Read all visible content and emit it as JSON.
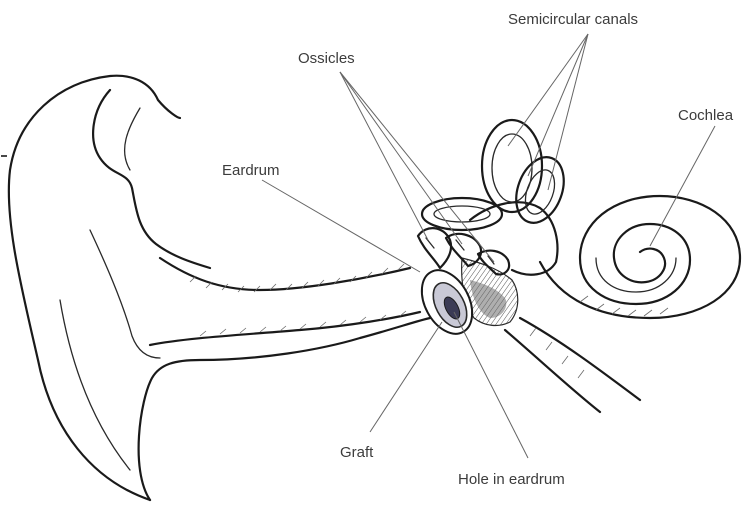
{
  "labels": {
    "semicircular_canals": "Semicircular canals",
    "ossicles": "Ossicles",
    "cochlea": "Cochlea",
    "eardrum": "Eardrum",
    "graft": "Graft",
    "hole_in_eardrum": "Hole in eardrum"
  },
  "colors": {
    "line": "#1a1a1a",
    "leader": "#666666",
    "label_text": "#3c3c3c",
    "middle_ear_shading": "#6e6e6e"
  }
}
